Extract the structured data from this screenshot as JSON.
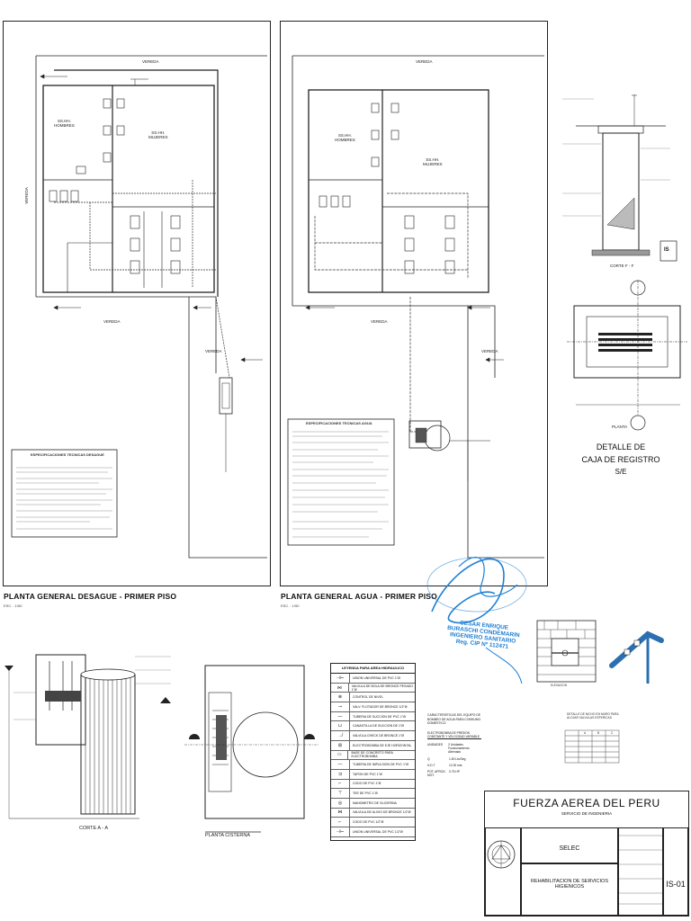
{
  "plan_desague": {
    "title": "PLANTA GENERAL DESAGUE  - PRIMER PISO",
    "scale": "ESC. : 1/50",
    "top_street": "VEREDA",
    "bottom_street": "VEREDA",
    "side_street": "VEREDA",
    "right_street": "VEREDA",
    "room_men": "SS.HH.\nHOMBRES",
    "room_women": "SS.HH.\nMUJERES",
    "specs_title": "ESPECIFICACIONES TECNICAS DESAGUE"
  },
  "plan_agua": {
    "title": "PLANTA GENERAL AGUA  - PRIMER PISO",
    "scale": "ESC. : 1/50",
    "top_street": "VEREDA",
    "bottom_street": "VEREDA",
    "right_street": "VEREDA",
    "room_men": "SS.HH.\nHOMBRES",
    "room_women": "SS.HH.\nMUJERES",
    "specs_title": "ESPECIFICACIONES TECNICAS AGUA"
  },
  "detalle_registro": {
    "corte_label": "CORTE F - F",
    "planta_label": "PLANTA",
    "title_line1": "DETALLE DE",
    "title_line2": "CAJA DE REGISTRO",
    "scale": "S/E"
  },
  "sheet_small": {
    "code": "IS"
  },
  "stamp": {
    "line1": "CESAR ENRIQUE",
    "line2": "BURASCHI CONDEMARIN",
    "line3": "INGENIERO SANITARIO",
    "line4": "Reg. CIP Nº 112471"
  },
  "corte_aa": {
    "label": "CORTE A - A"
  },
  "planta_cisterna": {
    "label": "PLANTA CISTERNA"
  },
  "legend": {
    "title": "LEYENDA PARA AREA HIDRAULICO",
    "items": [
      "UNION UNIVERSAL DE PVC 1\"Ø",
      "VALVULA DE BOLA DE BRONCE PESADO 1\"Ø",
      "CONTROL DE NIVEL",
      "VALV. FLOTADOR DE BRONCE 1/2\"Ø",
      "TUBERIA DE SUCCION DE PVC 1\"Ø",
      "CANASTILLA DE SUCCION DE 1\"Ø",
      "VALVULA CHECK DE BRONCE 1\"Ø",
      "ELECTROBOMBA DE EJE HORIZONTAL",
      "BASE DE CONCRETO PARA ELECTROBOMBA",
      "TUBERIA DE IMPULSION DE PVC 1\"Ø",
      "TAPON DE PVC 1\"Ø",
      "CODO DE PVC 1\"Ø",
      "TEE DE PVC 1\"Ø",
      "MANOMETRO DE GLICERINA",
      "VALVULA DE ALIVIO DE BRONCE 1/2\"Ø",
      "CODO DE PVC 1/2\"Ø",
      "UNION UNIVERSAL DE PVC 1/2\"Ø"
    ]
  },
  "equipo": {
    "title": "CARACTERISTICAS DEL EQUIPO DE BOMBEO DE AGUA PARA CONSUMO DOMESTICO",
    "subtitle": "ELECTROBOMBA DE PRESION CONSTANTE Y VELOCIDAD VARIABLE",
    "rows": [
      {
        "k": "UNIDADES",
        "v": "2 Unidades\nFuncionamiento Alternado"
      },
      {
        "k": "Q",
        "v": "1.50 Lts/Seg"
      },
      {
        "k": "H.D.T",
        "v": "12.00 mts"
      },
      {
        "k": "POT. APROX. MOT.",
        "v": "0.75 HP"
      }
    ]
  },
  "nicho": {
    "title": "DETALLE DE NICHO EN MURO PARA ALOJAR VALVULAS ESFERICAS",
    "elev_label": "ELEVACION",
    "table_header": [
      "",
      "A",
      "B",
      "C"
    ]
  },
  "title_block": {
    "org": "FUERZA AEREA DEL PERU",
    "dept": "SERVICIO DE INGENIERIA",
    "unit": "SELEC",
    "project": "REHABILITACION DE SERVICIOS HIGIENICOS",
    "sheet": "IS-01"
  },
  "colors": {
    "line": "#222222",
    "stamp_blue": "#1f7fd4",
    "dashed_pipe": "#333333"
  }
}
